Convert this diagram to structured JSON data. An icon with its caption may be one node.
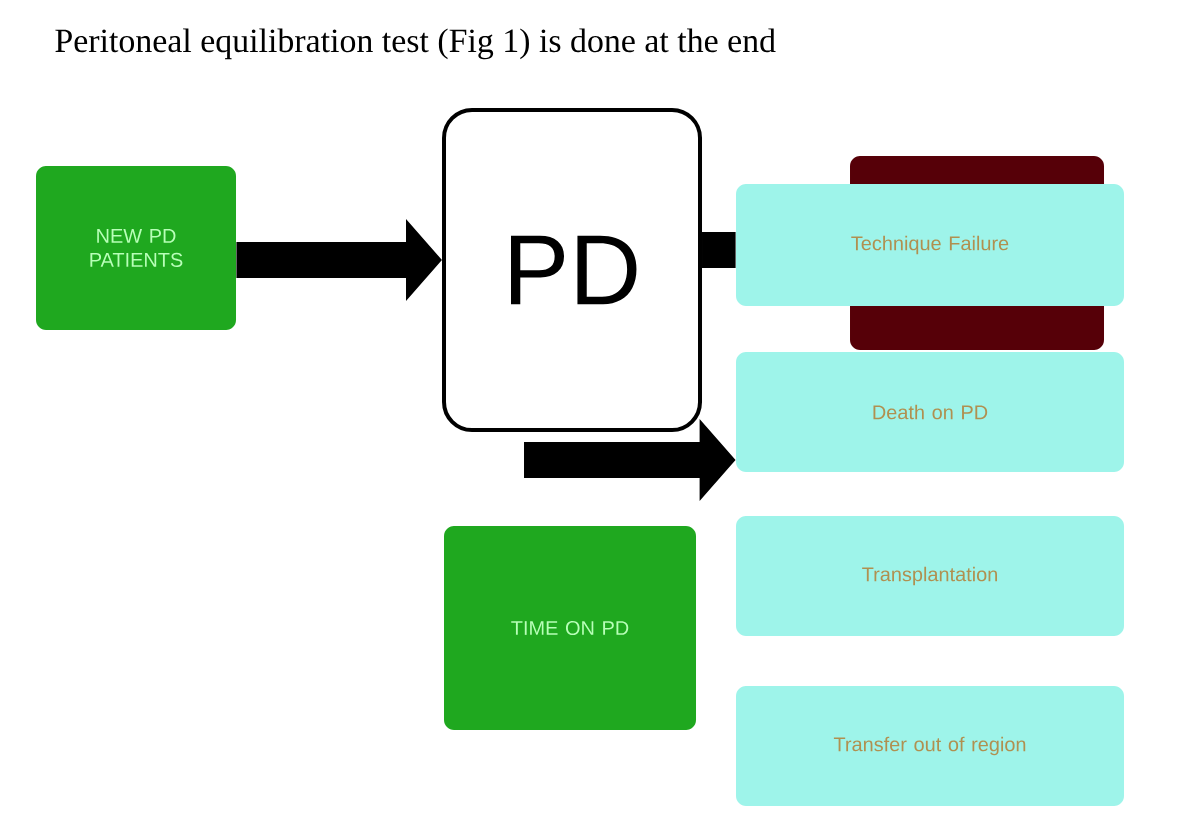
{
  "diagram": {
    "title": "Peritoneal equilibration test  (Fig 1) is done at the end",
    "nodes": [
      {
        "text": [
          "NEW PD PATIENTS"
        ]
      },
      {
        "text": [
          "PD"
        ]
      },
      {
        "text": [],
        "shape": "box"
      },
      {
        "text": [
          "Technique Failure"
        ]
      },
      {
        "text": [
          "Death on PD"
        ]
      },
      {
        "text": [
          "Transplantation"
        ]
      },
      {
        "text": [
          "Transfer out of region"
        ]
      },
      {
        "text": [
          "TIME ON PD"
        ]
      }
    ],
    "edges": [
      {
        "from": 0,
        "to": 1,
        "arrow": "to"
      },
      {
        "from": 1,
        "to": 3,
        "arrow": "none"
      },
      {
        "from": null,
        "to": 4,
        "arrow": "to"
      }
    ]
  }
}
